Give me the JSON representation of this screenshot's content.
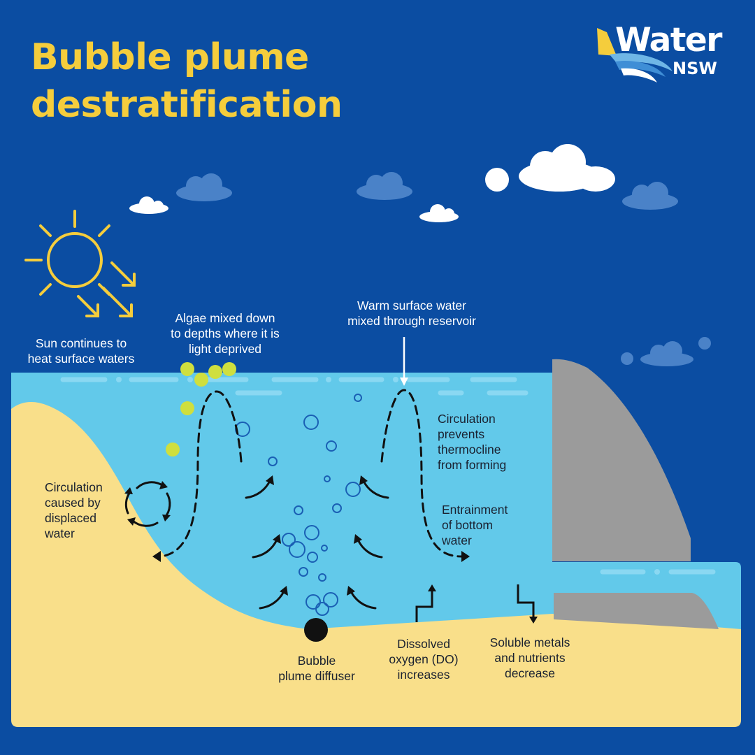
{
  "title": {
    "line1": "Bubble plume",
    "line2": "destratification"
  },
  "logo": {
    "word": "Water",
    "region": "NSW"
  },
  "labels": {
    "sun": "Sun continues to\nheat surface waters",
    "algae": "Algae mixed down\nto depths where it is\nlight deprived",
    "warm": "Warm surface water\nmixed through reservoir",
    "circ_prevents": "Circulation\nprevents\nthermocline\nfrom forming",
    "entrainment": "Entrainment\nof bottom\nwater",
    "circ_displaced": "Circulation\ncaused by\ndisplaced\nwater",
    "diffuser": "Bubble\nplume diffuser",
    "do": "Dissolved\noxygen (DO)\nincreases",
    "metals": "Soluble metals\nand nutrients\ndecrease"
  },
  "colors": {
    "background": "#0b4da2",
    "title": "#f5cd3c",
    "water": "#62c9ea",
    "water_highlight": "#8ad8f2",
    "sand": "#f9df8a",
    "dam": "#9b9b9b",
    "sun": "#f5cd3c",
    "algae": "#cfdf3e",
    "bubble": "#1a5fb4"
  }
}
